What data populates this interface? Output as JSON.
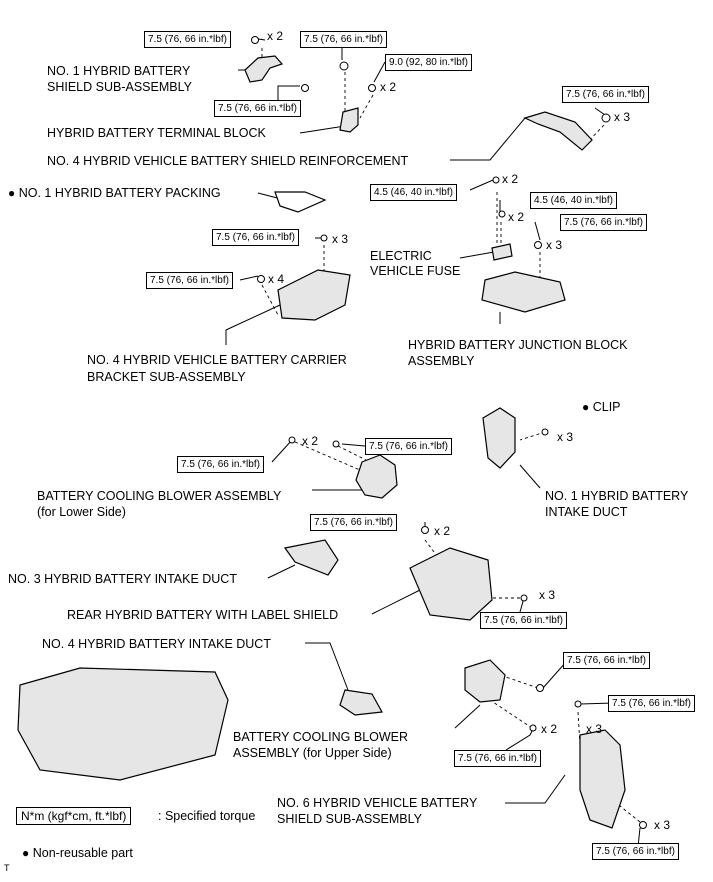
{
  "parts": {
    "shield1": [
      "NO. 1 HYBRID BATTERY",
      "SHIELD SUB-ASSEMBLY"
    ],
    "terminal_block": "HYBRID BATTERY TERMINAL BLOCK",
    "reinforcement": "NO. 4 HYBRID VEHICLE BATTERY SHIELD REINFORCEMENT",
    "packing": "NO. 1 HYBRID BATTERY PACKING",
    "fuse": [
      "ELECTRIC",
      "VEHICLE FUSE"
    ],
    "junction_block": [
      "HYBRID BATTERY JUNCTION BLOCK",
      "ASSEMBLY"
    ],
    "carrier_bracket": [
      "NO. 4 HYBRID VEHICLE BATTERY CARRIER",
      "BRACKET SUB-ASSEMBLY"
    ],
    "clip": "CLIP",
    "blower_lower": [
      "BATTERY COOLING BLOWER ASSEMBLY",
      "(for Lower Side)"
    ],
    "intake_duct1": [
      "NO. 1 HYBRID BATTERY",
      "INTAKE DUCT"
    ],
    "intake_duct3": "NO. 3 HYBRID BATTERY INTAKE DUCT",
    "rear_shield": "REAR HYBRID BATTERY WITH LABEL SHIELD",
    "intake_duct4": "NO. 4 HYBRID BATTERY INTAKE DUCT",
    "blower_upper": [
      "BATTERY COOLING BLOWER",
      "ASSEMBLY (for Upper Side)"
    ],
    "shield6": [
      "NO. 6 HYBRID VEHICLE BATTERY",
      "SHIELD SUB-ASSEMBLY"
    ]
  },
  "torques": {
    "t75": "7.5 (76, 66 in.*lbf)",
    "t90": "9.0 (92, 80 in.*lbf)",
    "t45": "4.5 (46, 40 in.*lbf)"
  },
  "quantities": {
    "x2": "x 2",
    "x3": "x 3",
    "x4": "x 4"
  },
  "legend": {
    "unit": "N*m (kgf*cm, ft.*lbf)",
    "unit_desc": ": Specified torque",
    "bullet": "●",
    "nonreusable": "Non-reusable part"
  },
  "corner_mark": "T"
}
